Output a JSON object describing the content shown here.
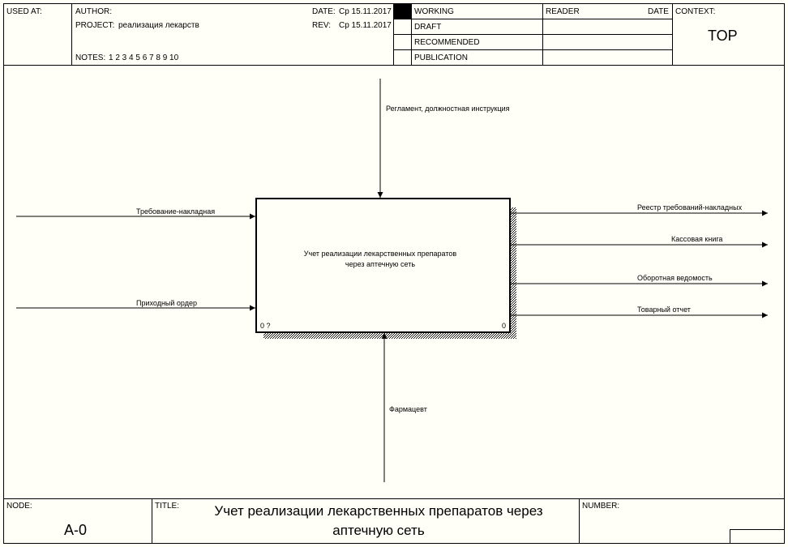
{
  "header": {
    "used_at_label": "USED AT:",
    "author_label": "AUTHOR:",
    "project_label": "PROJECT:",
    "project_value": "реализация лекарств",
    "notes_label": "NOTES:",
    "notes_numbers": "1  2  3  4  5  6  7  8  9  10",
    "date_label": "DATE:",
    "date_value": "Ср 15.11.2017",
    "rev_label": "REV:",
    "rev_value": "Ср 15.11.2017",
    "status_working": "WORKING",
    "status_draft": "DRAFT",
    "status_recommended": "RECOMMENDED",
    "status_publication": "PUBLICATION",
    "reader_label": "READER",
    "reader_date_label": "DATE",
    "context_label": "CONTEXT:",
    "context_value": "TOP"
  },
  "diagram": {
    "box_label_line1": "Учет реализации лекарственных препаратов",
    "box_label_line2": "через аптечную сеть",
    "box_number": "0",
    "box_cost": "0 ?",
    "control": "Регламент, должностная инструкция",
    "mechanism": "Фармацевт",
    "inputs": [
      "Требование-накладная",
      "Приходный ордер"
    ],
    "outputs": [
      "Реестр требований-накладных",
      "Кассовая книга",
      "Оборотная ведомость",
      "Товарный отчет"
    ]
  },
  "footer": {
    "node_label": "NODE:",
    "node_value": "A-0",
    "title_label": "TITLE:",
    "title_line1": "Учет реализации лекарственных препаратов через",
    "title_line2": "аптечную сеть",
    "number_label": "NUMBER:"
  },
  "colors": {
    "background": "#fffff8",
    "line": "#000000",
    "working_marker": "#000000"
  }
}
